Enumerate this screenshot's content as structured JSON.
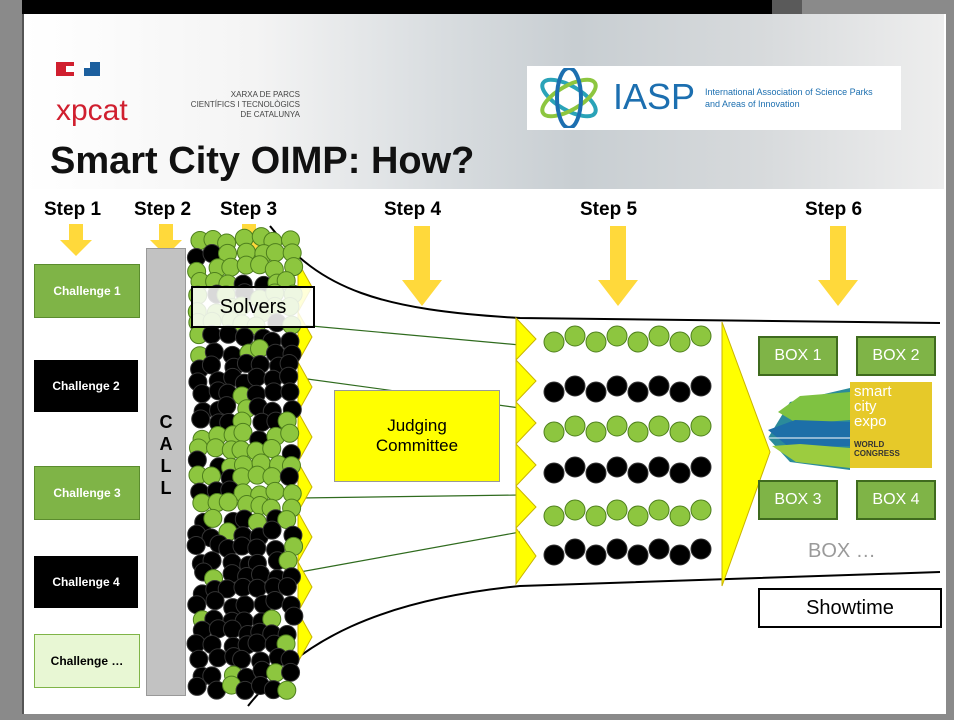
{
  "slide": {
    "title": "Smart City OIMP: How?",
    "steps": [
      "Step 1",
      "Step 2",
      "Step 3",
      "Step 4",
      "Step 5",
      "Step 6"
    ],
    "challenges": [
      {
        "label": "Challenge 1",
        "style": "green"
      },
      {
        "label": "Challenge 2",
        "style": "black"
      },
      {
        "label": "Challenge 3",
        "style": "green"
      },
      {
        "label": "Challenge 4",
        "style": "black"
      },
      {
        "label": "Challenge …",
        "style": "light"
      }
    ],
    "call_letters": [
      "C",
      "A",
      "L",
      "L"
    ],
    "solvers_label": "Solvers",
    "judging_line1": "Judging",
    "judging_line2": "Committee",
    "boxes": [
      "BOX 1",
      "BOX 2",
      "BOX 3",
      "BOX 4"
    ],
    "box_more": "BOX …",
    "showtime": "Showtime"
  },
  "logos": {
    "xpcat_name": "xpcat",
    "xpcat_tag_line1": "XARXA DE PARCS",
    "xpcat_tag_line2": "CIENTÍFICS I TECNOLÒGICS",
    "xpcat_tag_line3": "DE CATALUNYA",
    "iasp_name": "IASP",
    "iasp_tag_line1": "International Association of Science Parks",
    "iasp_tag_line2": "and Areas of Innovation",
    "smart_city_expo_line1": "smart",
    "smart_city_expo_line2": "city",
    "smart_city_expo_line3": "expo",
    "smart_city_expo_line4": "WORLD",
    "smart_city_expo_line5": "CONGRESS"
  },
  "colors": {
    "arrow_yellow": "#ffd93b",
    "ball_green": "#8dc63f",
    "ball_black": "#000000",
    "box_green": "#7fb447",
    "judging_yellow": "#ffff00",
    "xpcat_red": "#d01f2f",
    "iasp_blue": "#1c6fb0"
  }
}
